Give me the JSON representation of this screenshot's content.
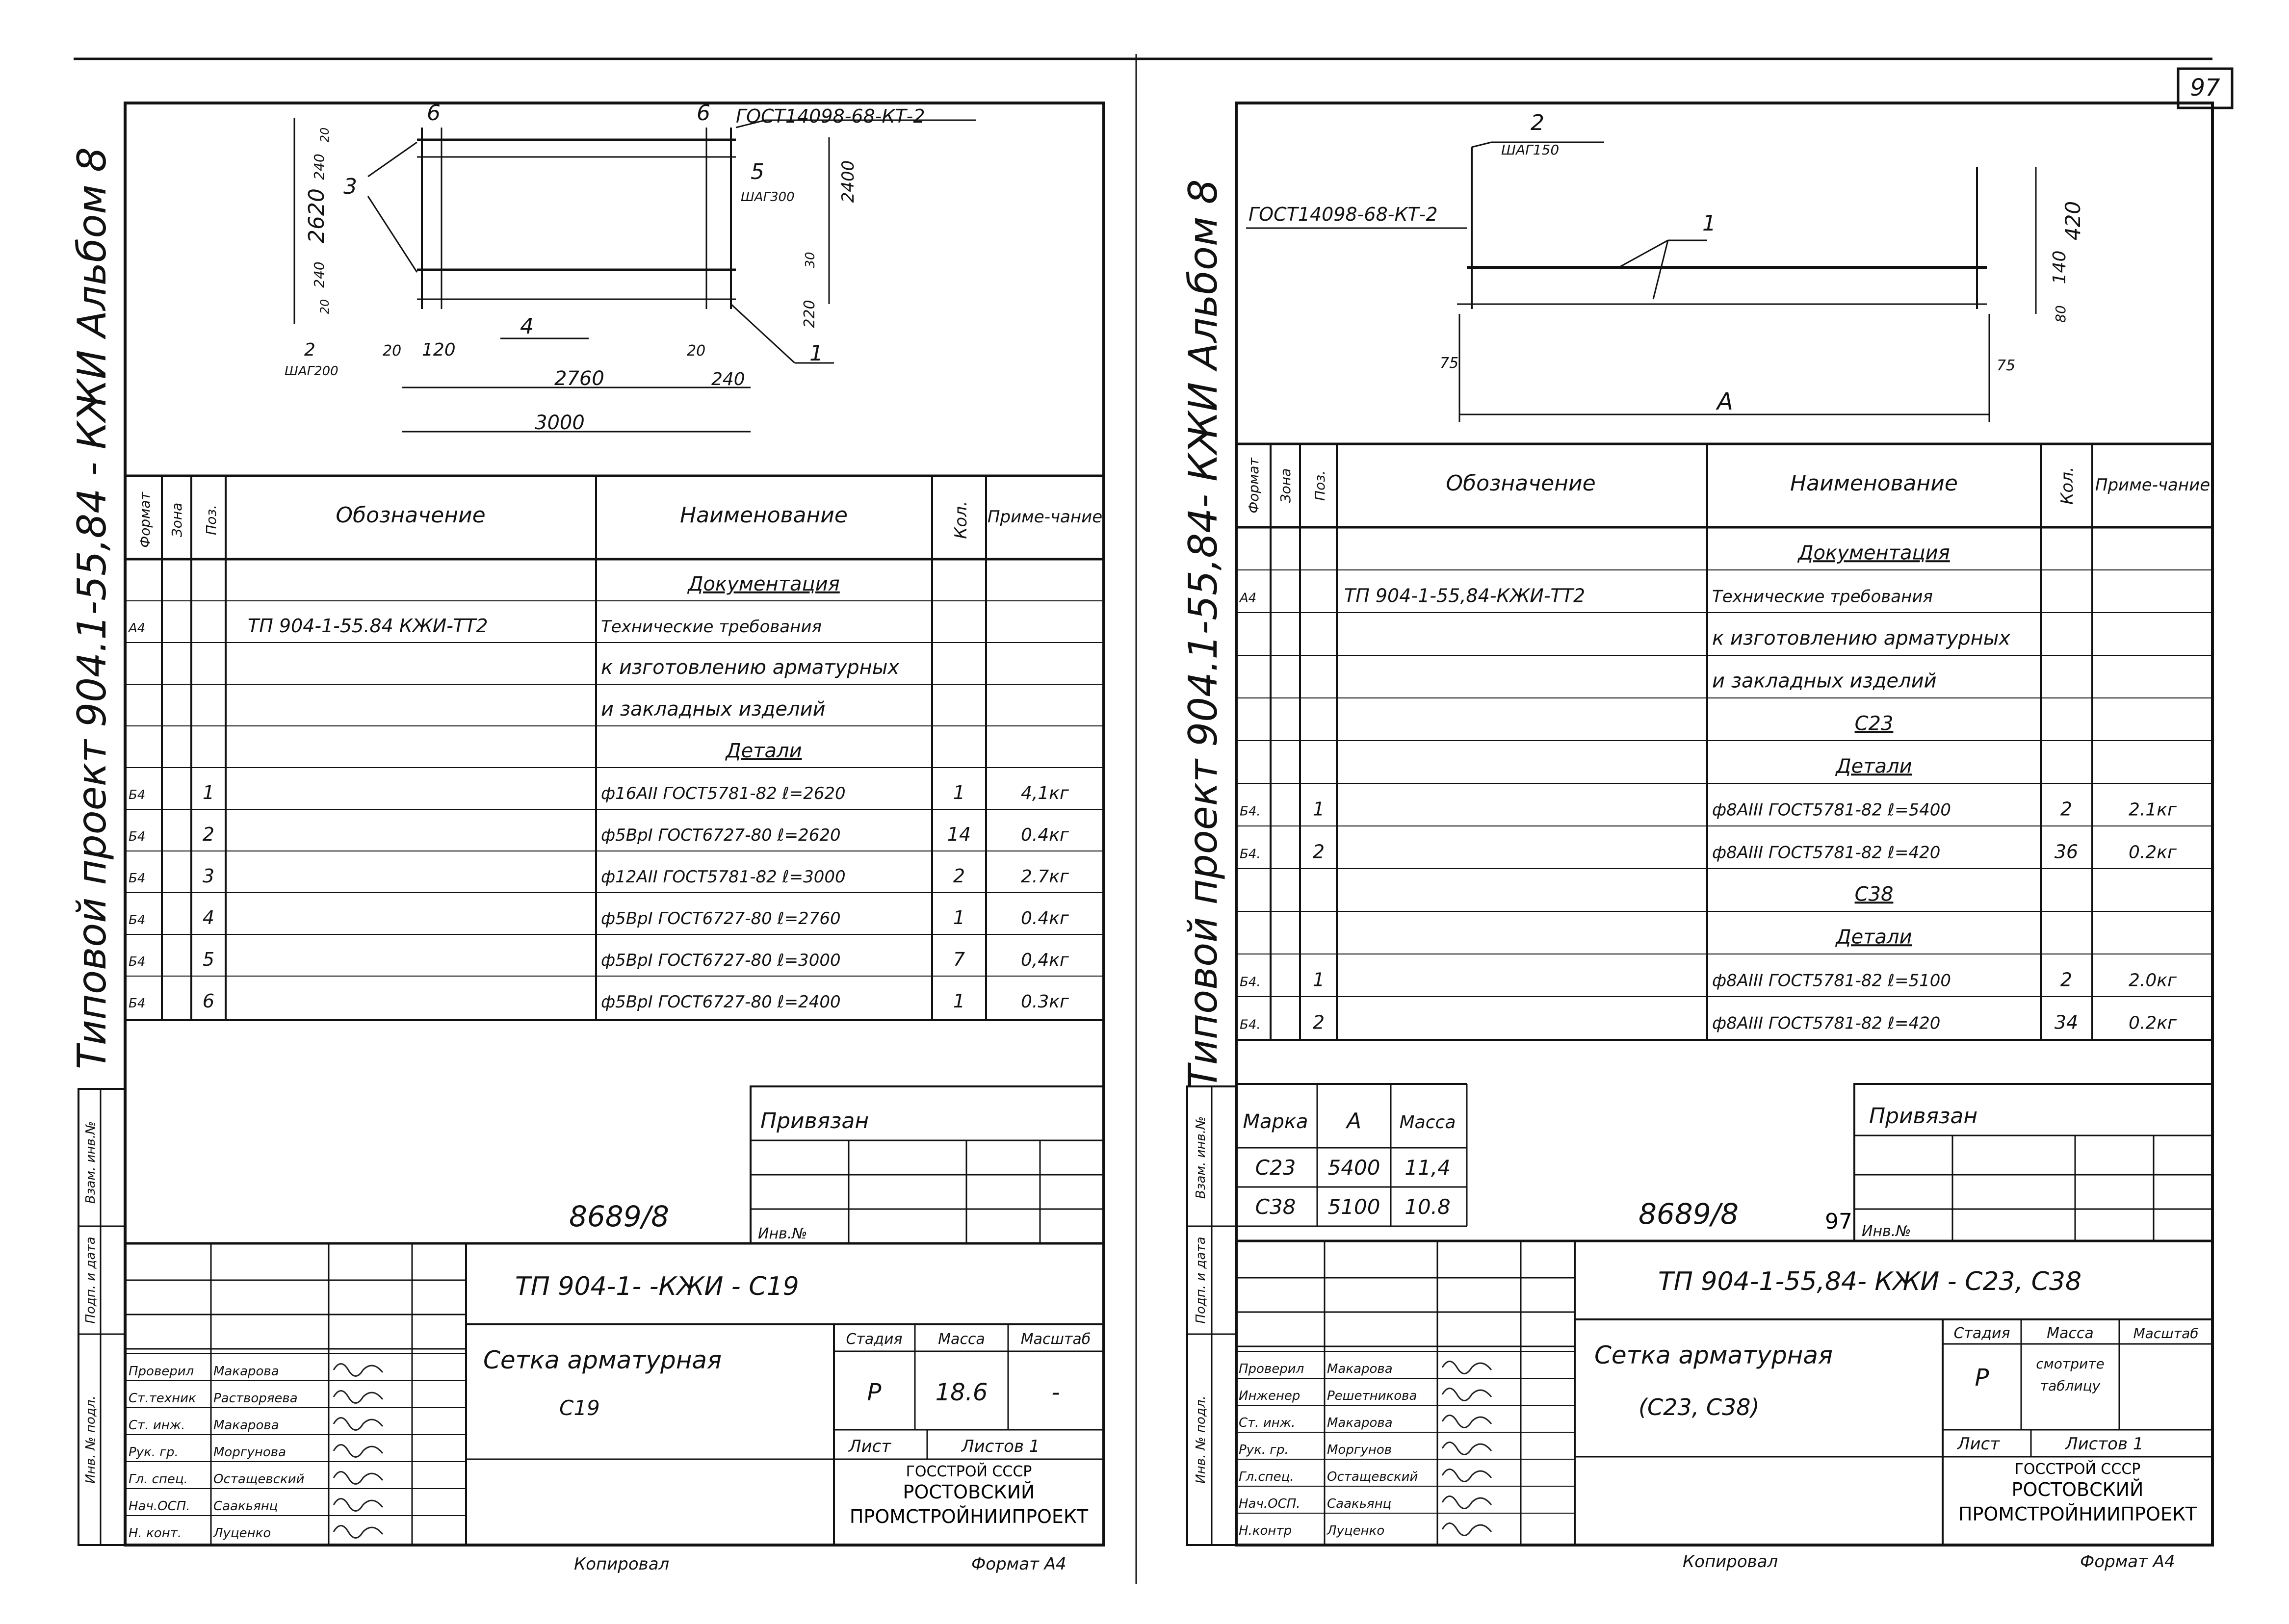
{
  "page_number": "97",
  "left_sheet": {
    "side_title": "Типовой проект 904.1-55,84 - КЖИ Альбом 8",
    "side_columns": [
      "Инв. № подл.",
      "Подп. и дата",
      "Взам. инв.№"
    ],
    "drawing_labels": {
      "gost": "ГОСТ14098-68-КТ-2",
      "pos_1": "1",
      "pos_2": "2",
      "pos_3": "3",
      "pos_4": "4",
      "pos_5": "5",
      "pos_6a": "6",
      "pos_6b": "6",
      "step_left": "ШАГ200",
      "step_right": "ШАГ300",
      "dim_2620": "2620",
      "dim_240a": "240",
      "dim_20a": "20",
      "dim_240b": "240",
      "dim_20b": "20",
      "dim_20c": "20",
      "dim_120": "120",
      "dim_20d": "20",
      "dim_2760": "2760",
      "dim_240c": "240",
      "dim_3000": "3000",
      "dim_2400": "2400",
      "dim_30": "30",
      "dim_220": "220"
    },
    "spec_headers": [
      "Формат",
      "Зона",
      "Поз.",
      "Обозначение",
      "Наименование",
      "Кол.",
      "Приме-чание"
    ],
    "spec_rows": [
      {
        "fmt": "",
        "pos": "",
        "desig": "",
        "name": "Документация",
        "qty": "",
        "note": ""
      },
      {
        "fmt": "А4",
        "pos": "",
        "desig": "ТП 904-1-55.84 КЖИ-ТТ2",
        "name": "Технические требования",
        "qty": "",
        "note": ""
      },
      {
        "fmt": "",
        "pos": "",
        "desig": "",
        "name": "к изготовлению арматурных",
        "qty": "",
        "note": ""
      },
      {
        "fmt": "",
        "pos": "",
        "desig": "",
        "name": "и закладных изделий",
        "qty": "",
        "note": ""
      },
      {
        "fmt": "",
        "pos": "",
        "desig": "",
        "name": "Детали",
        "qty": "",
        "note": ""
      },
      {
        "fmt": "Б4",
        "pos": "1",
        "desig": "",
        "name": "ф16АII ГОСТ5781-82 ℓ=2620",
        "qty": "1",
        "note": "4,1кг"
      },
      {
        "fmt": "Б4",
        "pos": "2",
        "desig": "",
        "name": "ф5ВрI ГОСТ6727-80 ℓ=2620",
        "qty": "14",
        "note": "0.4кг"
      },
      {
        "fmt": "Б4",
        "pos": "3",
        "desig": "",
        "name": "ф12АII ГОСТ5781-82 ℓ=3000",
        "qty": "2",
        "note": "2.7кг"
      },
      {
        "fmt": "Б4",
        "pos": "4",
        "desig": "",
        "name": "ф5ВрI ГОСТ6727-80 ℓ=2760",
        "qty": "1",
        "note": "0.4кг"
      },
      {
        "fmt": "Б4",
        "pos": "5",
        "desig": "",
        "name": "ф5ВрI ГОСТ6727-80 ℓ=3000",
        "qty": "7",
        "note": "0,4кг"
      },
      {
        "fmt": "Б4",
        "pos": "6",
        "desig": "",
        "name": "ф5ВрI ГОСТ6727-80 ℓ=2400",
        "qty": "1",
        "note": "0.3кг"
      }
    ],
    "privyazan": "Привязан",
    "inv_no": "Инв.№",
    "code": "8689/8",
    "doc_code": "ТП 904-1-    -КЖИ - С19",
    "title": "Сетка арматурная",
    "subtitle": "С19",
    "stage_headers": [
      "Стадия",
      "Масса",
      "Масштаб"
    ],
    "stage": "Р",
    "mass": "18.6",
    "scale": "-",
    "list": "Лист",
    "listov": "Листов 1",
    "org1": "ГОССТРОЙ СССР",
    "org2": "РОСТОВСКИЙ",
    "org3": "ПРОМСТРОЙНИИПРОЕКТ",
    "sign_rows": [
      {
        "role": "Проверил",
        "name": "Макарова"
      },
      {
        "role": "Ст.техник",
        "name": "Растворяева"
      },
      {
        "role": "Ст. инж.",
        "name": "Макарова"
      },
      {
        "role": "Рук. гр.",
        "name": "Моргунова"
      },
      {
        "role": "Гл. спец.",
        "name": "Остащевский"
      },
      {
        "role": "Нач.ОСП.",
        "name": "Саакьянц"
      },
      {
        "role": "Н. конт.",
        "name": "Луценко"
      }
    ],
    "copied": "Копировал",
    "format": "Формат А4"
  },
  "right_sheet": {
    "side_title": "Типовой проект 904.1-55,84- КЖИ Альбом 8",
    "side_columns": [
      "Инв. № подл.",
      "Подп. и дата",
      "Взам. инв.№"
    ],
    "drawing_labels": {
      "gost": "ГОСТ14098-68-КТ-2",
      "pos_2": "2",
      "step": "ШАГ150",
      "pos_1": "1",
      "dim_140": "140",
      "dim_420": "420",
      "dim_80": "80",
      "dim_75a": "75",
      "dim_75b": "75",
      "dim_A": "А"
    },
    "spec_headers": [
      "Формат",
      "Зона",
      "Поз.",
      "Обозначение",
      "Наименование",
      "Кол.",
      "Приме-чание"
    ],
    "spec_rows": [
      {
        "fmt": "",
        "pos": "",
        "desig": "",
        "name": "Документация",
        "qty": "",
        "note": ""
      },
      {
        "fmt": "А4",
        "pos": "",
        "desig": "ТП 904-1-55,84-КЖИ-ТТ2",
        "name": "Технические требования",
        "qty": "",
        "note": ""
      },
      {
        "fmt": "",
        "pos": "",
        "desig": "",
        "name": "к изготовлению арматурных",
        "qty": "",
        "note": ""
      },
      {
        "fmt": "",
        "pos": "",
        "desig": "",
        "name": "и закладных изделий",
        "qty": "",
        "note": ""
      },
      {
        "fmt": "",
        "pos": "",
        "desig": "",
        "name": "С23",
        "qty": "",
        "note": ""
      },
      {
        "fmt": "",
        "pos": "",
        "desig": "",
        "name": "Детали",
        "qty": "",
        "note": ""
      },
      {
        "fmt": "Б4.",
        "pos": "1",
        "desig": "",
        "name": "ф8АIII ГОСТ5781-82  ℓ=5400",
        "qty": "2",
        "note": "2.1кг"
      },
      {
        "fmt": "Б4.",
        "pos": "2",
        "desig": "",
        "name": "ф8АIII ГОСТ5781-82  ℓ=420",
        "qty": "36",
        "note": "0.2кг"
      },
      {
        "fmt": "",
        "pos": "",
        "desig": "",
        "name": "С38",
        "qty": "",
        "note": ""
      },
      {
        "fmt": "",
        "pos": "",
        "desig": "",
        "name": "Детали",
        "qty": "",
        "note": ""
      },
      {
        "fmt": "Б4.",
        "pos": "1",
        "desig": "",
        "name": "ф8АIII ГОСТ5781-82 ℓ=5100",
        "qty": "2",
        "note": "2.0кг"
      },
      {
        "fmt": "Б4.",
        "pos": "2",
        "desig": "",
        "name": "ф8АIII ГОСТ5781-82 ℓ=420",
        "qty": "34",
        "note": "0.2кг"
      }
    ],
    "marks_headers": [
      "Марка",
      "А",
      "Масса"
    ],
    "marks_rows": [
      {
        "mark": "С23",
        "a": "5400",
        "mass": "11,4"
      },
      {
        "mark": "С38",
        "a": "5100",
        "mass": "10.8"
      }
    ],
    "privyazan": "Привязан",
    "inv_no": "Инв.№",
    "code": "8689/8",
    "page_small": "97",
    "doc_code": "ТП 904-1-55,84- КЖИ - С23, С38",
    "title": "Сетка арматурная",
    "subtitle": "(С23, С38)",
    "stage_headers": [
      "Стадия",
      "Масса",
      "Масштаб"
    ],
    "stage": "Р",
    "mass1": "смотрите",
    "mass2": "таблицу",
    "list": "Лист",
    "listov": "Листов 1",
    "org1": "ГОССТРОЙ СССР",
    "org2": "РОСТОВСКИЙ",
    "org3": "ПРОМСТРОЙНИИПРОЕКТ",
    "sign_rows": [
      {
        "role": "Проверил",
        "name": "Макарова"
      },
      {
        "role": "Инженер",
        "name": "Решетникова"
      },
      {
        "role": "Ст. инж.",
        "name": "Макарова"
      },
      {
        "role": "Рук. гр.",
        "name": "Моргунов"
      },
      {
        "role": "Гл.спец.",
        "name": "Остащевский"
      },
      {
        "role": "Нач.ОСП.",
        "name": "Саакьянц"
      },
      {
        "role": "Н.контр",
        "name": "Луценко"
      }
    ],
    "copied": "Копировал",
    "format": "Формат А4"
  }
}
